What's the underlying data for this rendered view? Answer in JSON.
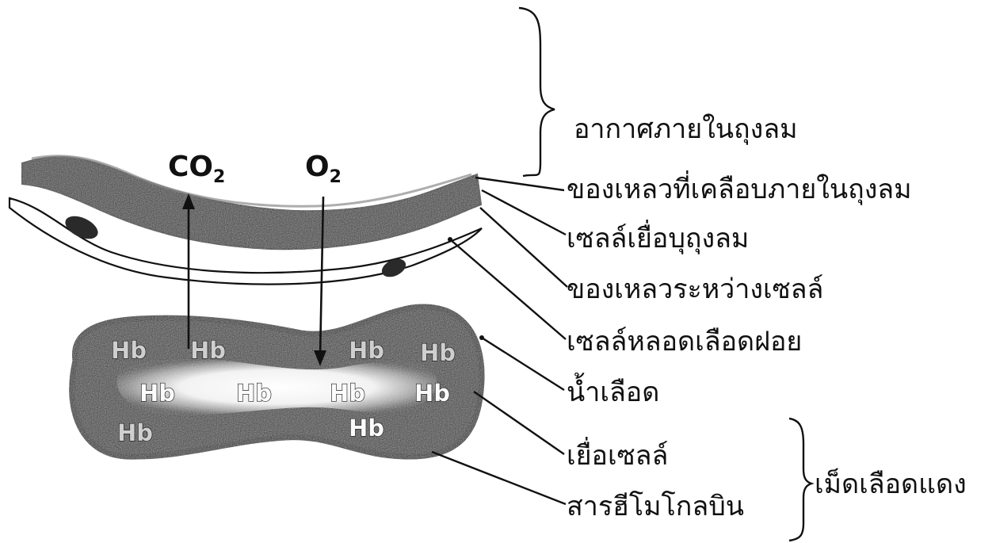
{
  "gases": {
    "co2": {
      "main": "CO",
      "sub": "2"
    },
    "o2": {
      "main": "O",
      "sub": "2"
    }
  },
  "labels": {
    "alveolar_air": "อากาศภายในถุงลม",
    "lining_fluid": "ของเหลวที่เคลือบภายในถุงลม",
    "alveolar_epithelium": "เซลล์เยื่อบุถุงลม",
    "interstitial_fluid": "ของเหลวระหว่างเซลล์",
    "capillary_endothelium": "เซลล์หลอดเลือดฝอย",
    "plasma": "น้ำเลือด",
    "cell_membrane": "เยื่อเซลล์",
    "hemoglobin": "สารฮีโมโกลบิน",
    "red_blood_cell": "เม็ดเลือดแดง"
  },
  "hb_label": "Hb",
  "colors": {
    "ink": "#111111",
    "wall": "#2a2a2a",
    "cell_body": "#3a3a3a",
    "cell_core": "#f2f2f2"
  }
}
